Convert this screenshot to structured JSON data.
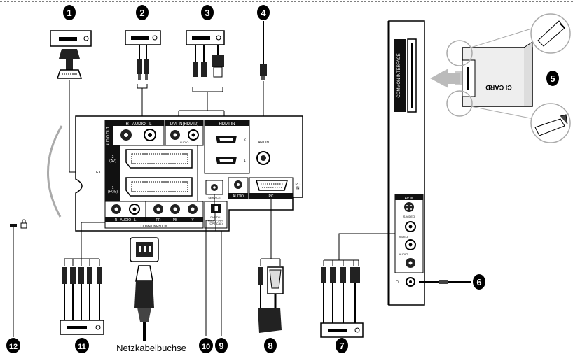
{
  "callouts": [
    "1",
    "2",
    "3",
    "4",
    "5",
    "6",
    "7",
    "8",
    "9",
    "10",
    "11",
    "12"
  ],
  "rear_panel": {
    "audio_out_label": "AUDIO OUT",
    "audio_lr_label": "R - AUDIO - L",
    "dvi_in_label": "DVI IN(HDMI2)",
    "dvi_audio_label": "AUDIO",
    "hdmi_in_label": "HDMI IN",
    "hdmi_port_2": "2",
    "hdmi_port_1": "1",
    "ant_in_label": "ANT IN",
    "ext_label": "EXT",
    "scart2_label": "2\n(AV)",
    "scart1_label": "1\n(RGB)",
    "service_label": "SERVICE",
    "audio_label": "AUDIO",
    "pc_label": "PC",
    "pc_in_label": "PC\nIN",
    "component_audio_label": "R - AUDIO - L",
    "pr_label": "PR",
    "pb_label": "PB",
    "y_label": "Y",
    "component_in_label": "COMPONENT IN",
    "digital_audio_out_label": "DIGITAL\nAUDIO OUT\n(OPTICAL)"
  },
  "side_panel": {
    "common_interface_label": "COMMON INTERFACE",
    "av_in_label": "AV IN",
    "svideo_label": "S-VIDEO",
    "video_label": "VIDEO",
    "audio_label": "AUDIO",
    "ci_card_label": "CI CARD"
  },
  "power_label": "Netzkabelbuchse",
  "colors": {
    "line": "#000000",
    "panel_fill": "#ffffff",
    "port_dark": "#1a1a1a",
    "grey": "#bbbbbb"
  }
}
